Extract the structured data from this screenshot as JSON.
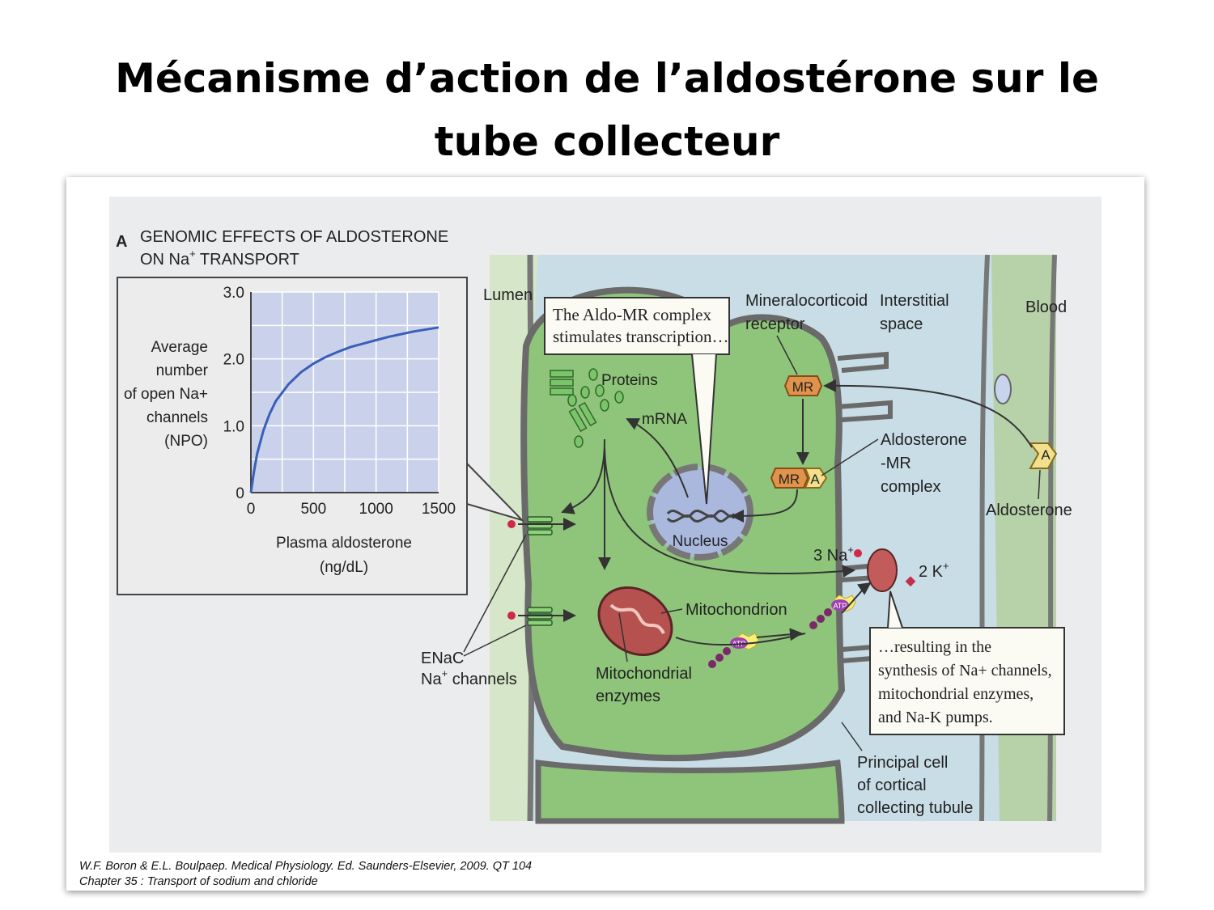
{
  "slide": {
    "title_line1": "Mécanisme d’action de l’aldostérone sur le",
    "title_line2": "tube collecteur"
  },
  "panel": {
    "letter": "A",
    "title_line1": "GENOMIC EFFECTS OF ALDOSTERONE",
    "title_line2_pre": "ON Na",
    "title_line2_sup": "+",
    "title_line2_post": " TRANSPORT"
  },
  "chart_data": {
    "type": "line",
    "ylabel_lines": [
      "Average",
      "number",
      "of open Na+",
      "channels",
      "(NPO)"
    ],
    "xlabel_lines": [
      "Plasma aldosterone",
      "(ng/dL)"
    ],
    "xlim": [
      0,
      1500
    ],
    "ylim": [
      0,
      3.0
    ],
    "xticks": [
      "0",
      "500",
      "1000",
      "1500"
    ],
    "yticks": [
      "0",
      "1.0",
      "2.0",
      "3.0"
    ],
    "grid": true,
    "series": [
      {
        "x": [
          0,
          25,
          50,
          100,
          150,
          200,
          300,
          400,
          500,
          600,
          700,
          800,
          900,
          1000,
          1100,
          1200,
          1300,
          1400,
          1500
        ],
        "y": [
          0,
          0.32,
          0.58,
          0.93,
          1.18,
          1.37,
          1.62,
          1.8,
          1.93,
          2.03,
          2.11,
          2.18,
          2.23,
          2.28,
          2.33,
          2.37,
          2.41,
          2.44,
          2.47
        ],
        "color": "#3a5fb8"
      }
    ]
  },
  "diagram": {
    "lumen": "Lumen",
    "interstitial_line1": "Interstitial",
    "interstitial_line2": "space",
    "blood": "Blood",
    "callout_top_line1": "The Aldo-MR complex",
    "callout_top_line2": "stimulates transcription…",
    "mr_receptor_line1": "Mineralocorticoid",
    "mr_receptor_line2": "receptor",
    "proteins": "Proteins",
    "mrna": "mRNA",
    "mr_badge": "MR",
    "mr_complex_badge_mr": "MR",
    "mr_complex_badge_a": "A",
    "aldo_mr_line1": "Aldosterone",
    "aldo_mr_line2": "-MR",
    "aldo_mr_line3": "complex",
    "aldo_badge": "A",
    "aldosterone": "Aldosterone",
    "nucleus": "Nucleus",
    "na3": "3 Na",
    "k2": "2 K",
    "plus": "+",
    "mitochondrion": "Mitochondrion",
    "atp": "ATP",
    "enac_line1": "ENaC",
    "enac_line2_pre": "Na",
    "enac_line2_post": " channels",
    "mito_enz_line1": "Mitochondrial",
    "mito_enz_line2": "enzymes",
    "callout_bottom_line1": "…resulting in the",
    "callout_bottom_line2": "synthesis of Na+ channels,",
    "callout_bottom_line3": "mitochondrial enzymes,",
    "callout_bottom_line4": "and Na-K pumps.",
    "principal_line1": "Principal cell",
    "principal_line2": "of cortical",
    "principal_line3": "collecting tubule"
  },
  "citation": {
    "line1": "W.F. Boron & E.L. Boulpaep. Medical Physiology. Ed. Saunders-Elsevier, 2009. QT 104",
    "line2": "Chapter 35 : Transport of sodium and chloride"
  }
}
